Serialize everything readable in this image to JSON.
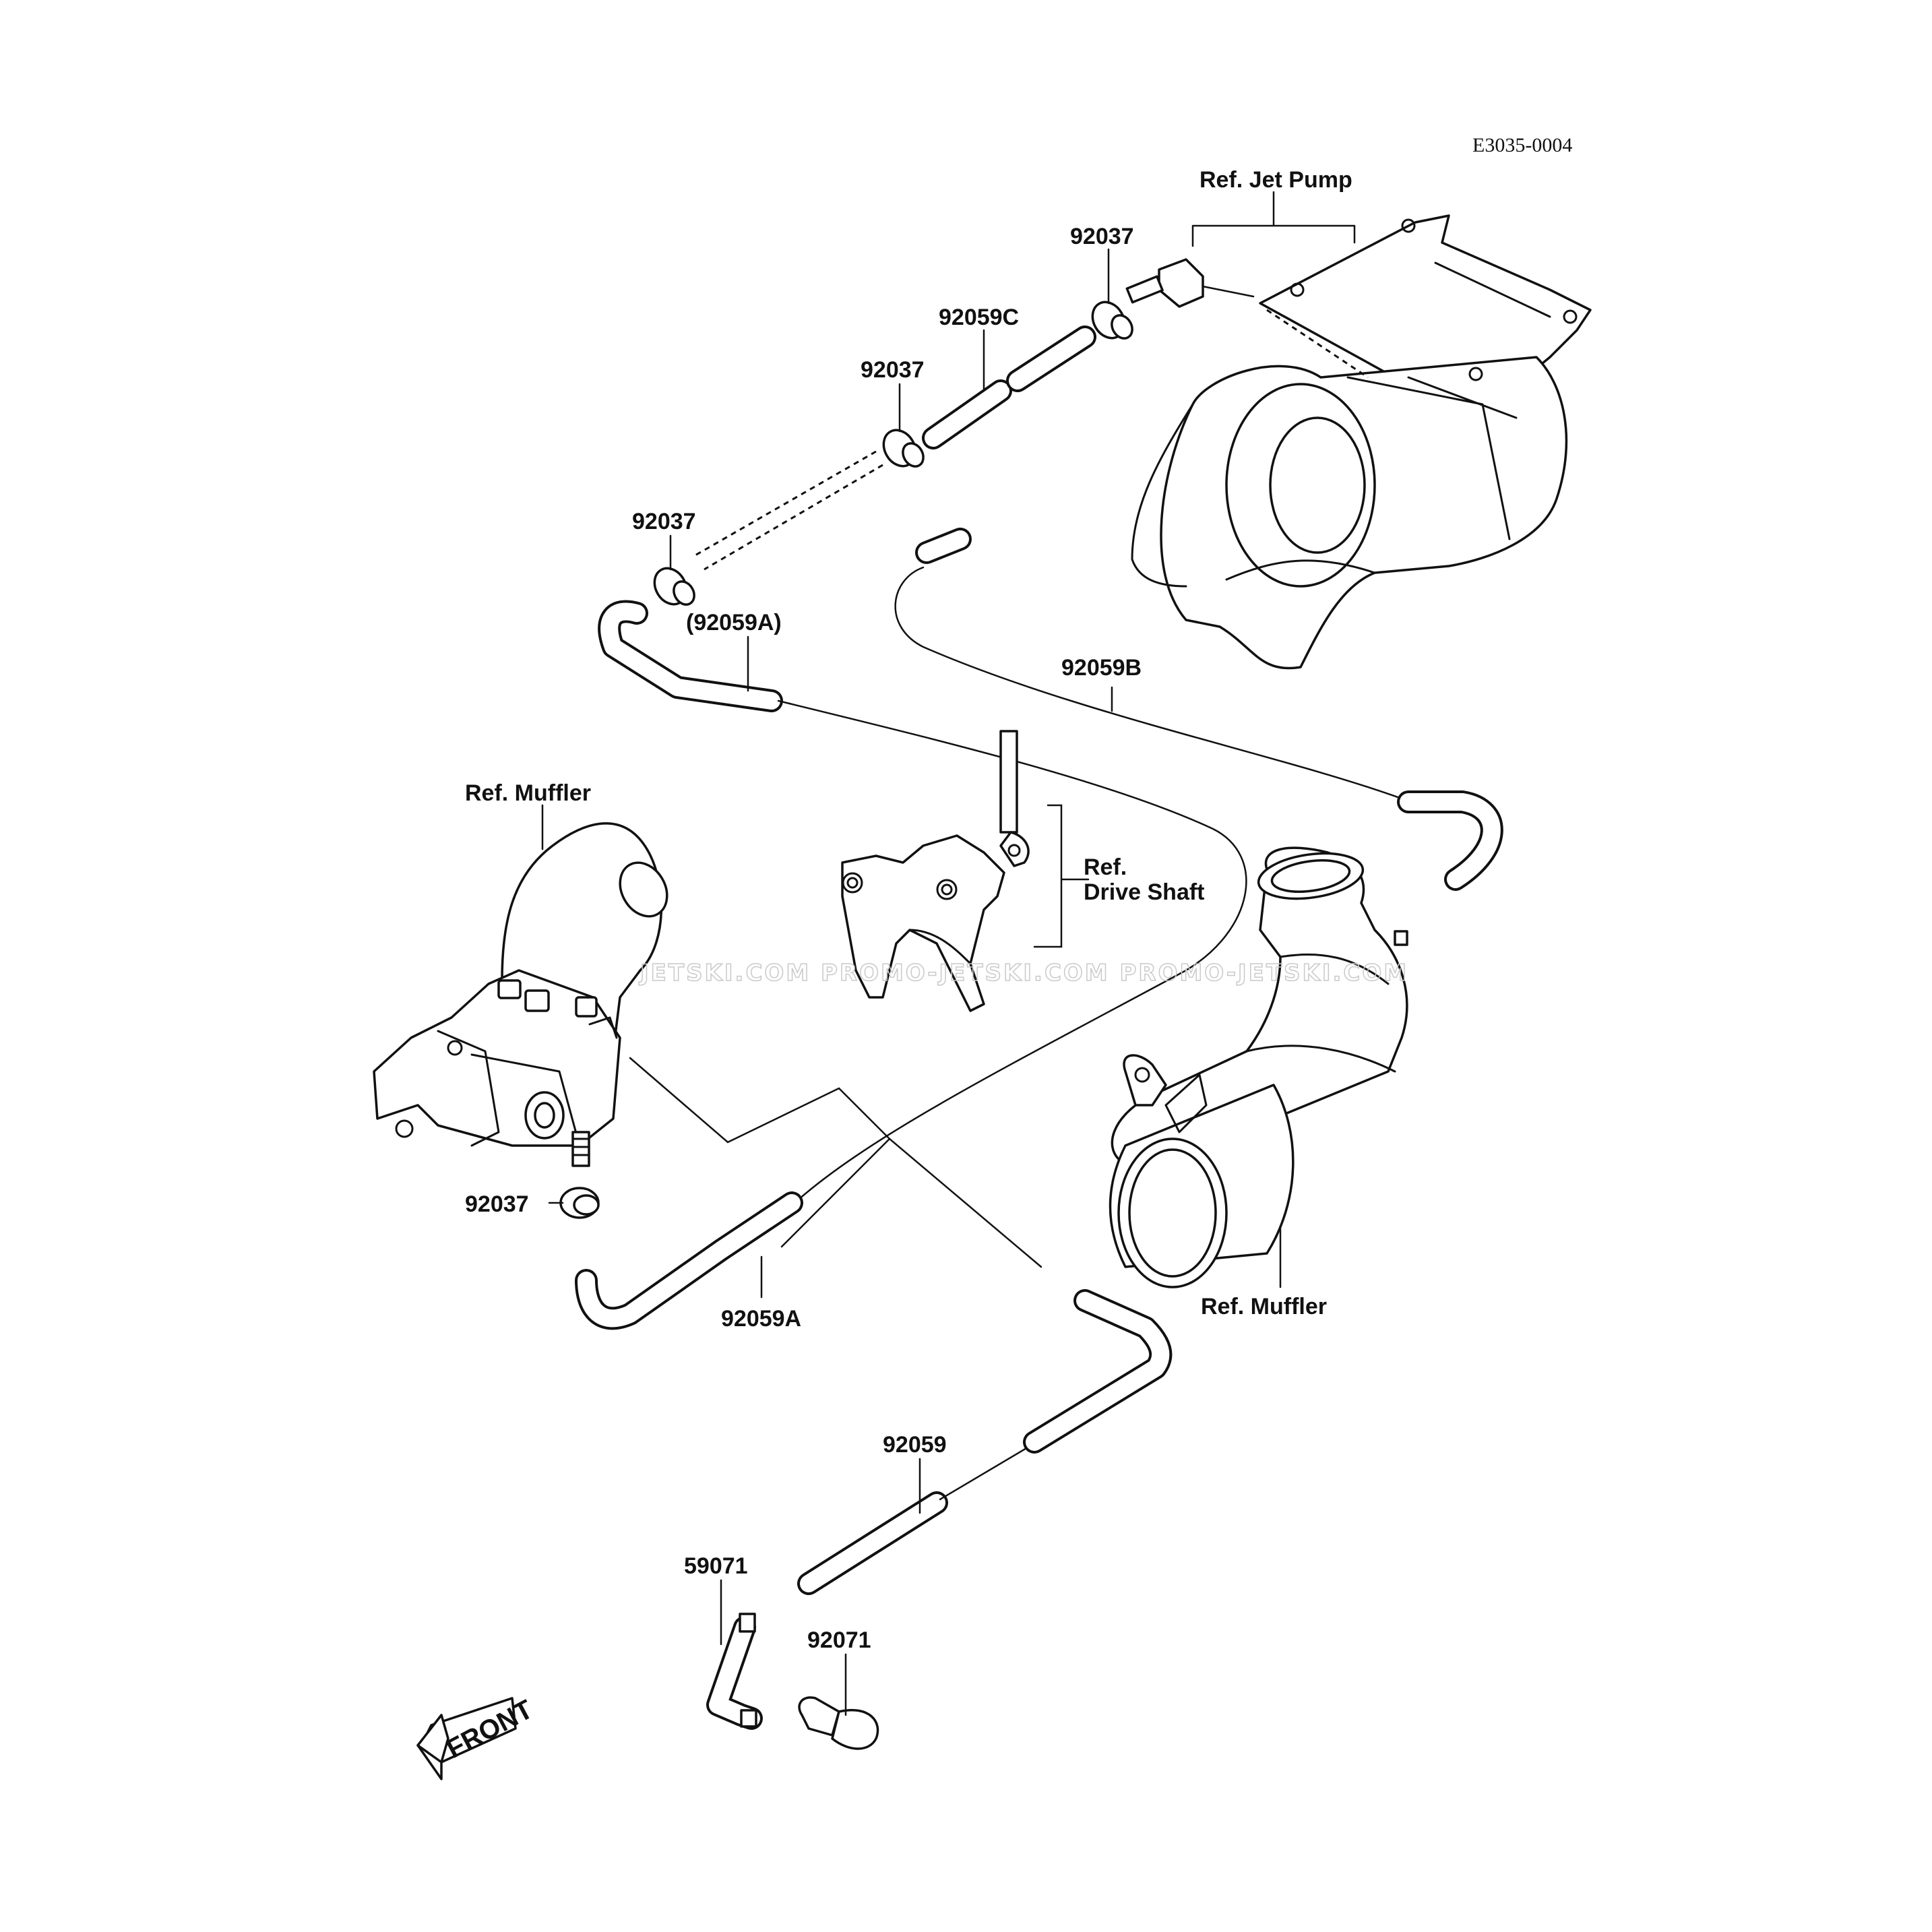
{
  "diagram_code": "E3035-0004",
  "watermark": "JETSKI.COM   PROMO-JETSKI.COM   PROMO-JETSKI.COM",
  "front_label": "FRONT",
  "labels": {
    "ref_jet_pump": "Ref. Jet Pump",
    "p92037_a": "92037",
    "p92059c": "92059C",
    "p92037_b": "92037",
    "p92037_c": "92037",
    "p92059a_paren": "(92059A)",
    "p92059b": "92059B",
    "ref_muffler_left": "Ref. Muffler",
    "ref_drive_shaft_1": "Ref.",
    "ref_drive_shaft_2": "Drive Shaft",
    "p92037_d": "92037",
    "p92059a": "92059A",
    "ref_muffler_right": "Ref. Muffler",
    "p92059": "92059",
    "p59071": "59071",
    "p92071": "92071"
  }
}
